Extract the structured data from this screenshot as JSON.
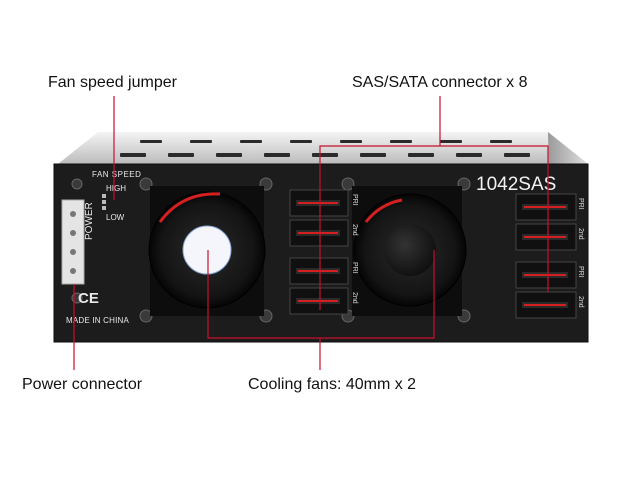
{
  "callouts": {
    "fan_speed_jumper": "Fan speed jumper",
    "sas_sata_connector": "SAS/SATA connector x 8",
    "power_connector": "Power connector",
    "cooling_fans": "Cooling fans: 40mm x 2"
  },
  "device": {
    "model": "1042SAS",
    "fan_speed": "FAN SPEED",
    "high": "HIGH",
    "low": "LOW",
    "power": "POWER",
    "ce_mark": "CE",
    "made_in": "MADE IN CHINA",
    "pri": "PRI",
    "second": "2nd"
  },
  "colors": {
    "callout_line": "#c8102e",
    "panel": "#1c1c1c",
    "chassis": "#d8d8d8",
    "accent_red": "#d42020"
  }
}
